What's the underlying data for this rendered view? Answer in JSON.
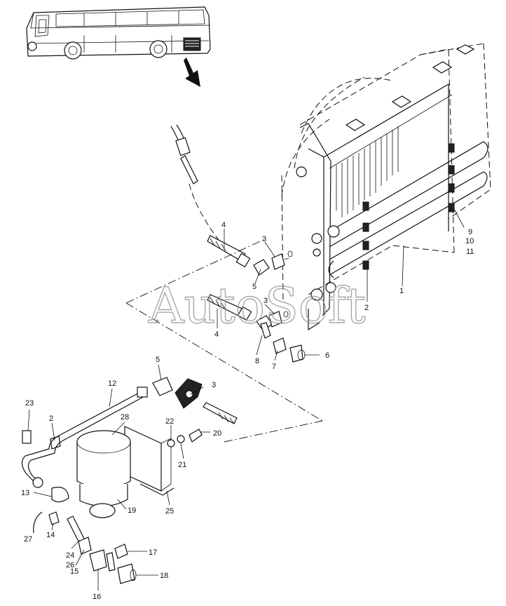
{
  "watermark": "AutoSoft",
  "callouts": [
    {
      "id": "c1",
      "text": "1"
    },
    {
      "id": "c2a",
      "text": "2"
    },
    {
      "id": "c2b",
      "text": "2"
    },
    {
      "id": "c3a",
      "text": "3"
    },
    {
      "id": "c3b",
      "text": "3"
    },
    {
      "id": "c3c",
      "text": "3"
    },
    {
      "id": "c4a",
      "text": "4"
    },
    {
      "id": "c4b",
      "text": "4"
    },
    {
      "id": "c5a",
      "text": "5"
    },
    {
      "id": "c5b",
      "text": "5"
    },
    {
      "id": "c6",
      "text": "6"
    },
    {
      "id": "c7",
      "text": "7"
    },
    {
      "id": "c8",
      "text": "8"
    },
    {
      "id": "c9",
      "text": "9"
    },
    {
      "id": "c10",
      "text": "10"
    },
    {
      "id": "c11",
      "text": "11"
    },
    {
      "id": "c12",
      "text": "12"
    },
    {
      "id": "c13",
      "text": "13"
    },
    {
      "id": "c14",
      "text": "14"
    },
    {
      "id": "c15",
      "text": "15"
    },
    {
      "id": "c16",
      "text": "16"
    },
    {
      "id": "c17",
      "text": "17"
    },
    {
      "id": "c18",
      "text": "18"
    },
    {
      "id": "c19",
      "text": "19"
    },
    {
      "id": "c20",
      "text": "20"
    },
    {
      "id": "c21",
      "text": "21"
    },
    {
      "id": "c22",
      "text": "22"
    },
    {
      "id": "c23",
      "text": "23"
    },
    {
      "id": "c24",
      "text": "24"
    },
    {
      "id": "c25",
      "text": "25"
    },
    {
      "id": "c26",
      "text": "26"
    },
    {
      "id": "c27",
      "text": "27"
    },
    {
      "id": "c28",
      "text": "28"
    }
  ]
}
